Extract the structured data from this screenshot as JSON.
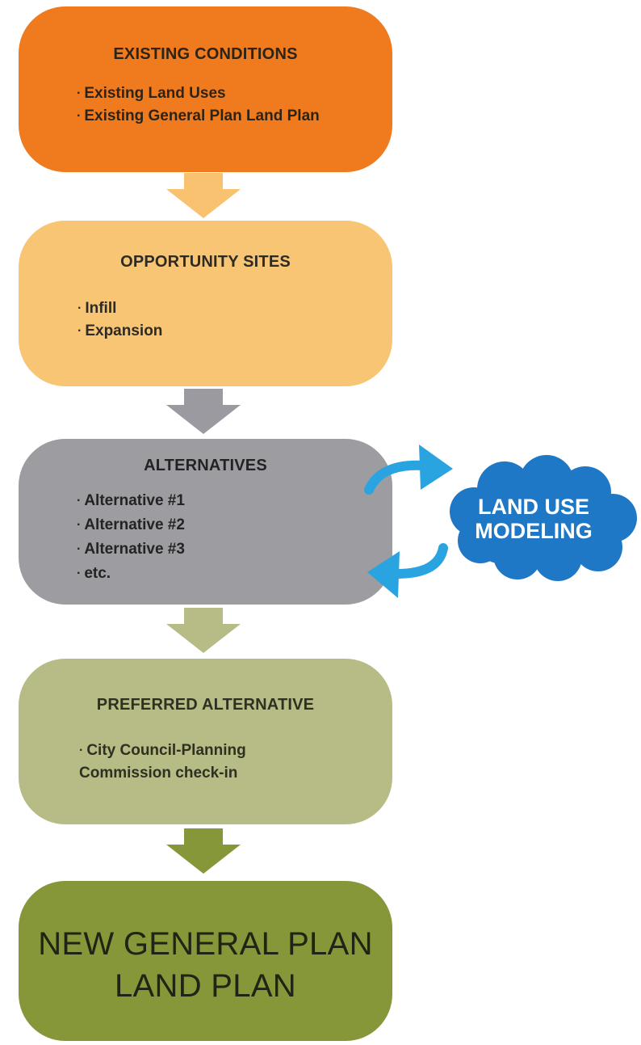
{
  "colors": {
    "existing": "#f07a1e",
    "opportunity": "#f7c574",
    "alternatives": "#9c9ca1",
    "preferred": "#b7bc86",
    "final": "#86973a",
    "arrow_1": "#f8c271",
    "arrow_2": "#9a9aa0",
    "arrow_3": "#b7bc86",
    "arrow_4": "#86973a",
    "cloud": "#1f78c5",
    "loop_arrows": "#2aa4e0"
  },
  "steps": {
    "existing": {
      "title": "EXISTING CONDITIONS",
      "items": [
        "Existing Land Uses",
        "Existing General Plan Land Plan"
      ]
    },
    "opportunity": {
      "title": "OPPORTUNITY SITES",
      "items": [
        "Infill",
        "Expansion"
      ]
    },
    "alternatives": {
      "title": "ALTERNATIVES",
      "items": [
        "Alternative #1",
        "Alternative #2",
        "Alternative #3",
        "etc."
      ]
    },
    "preferred": {
      "title": "PREFERRED ALTERNATIVE",
      "items": [
        "City Council-Planning Commission check-in"
      ]
    },
    "final": {
      "line_1": "NEW GENERAL PLAN",
      "line_2": "LAND PLAN"
    }
  },
  "cloud": {
    "line_1": "LAND USE",
    "line_2": "MODELING"
  }
}
